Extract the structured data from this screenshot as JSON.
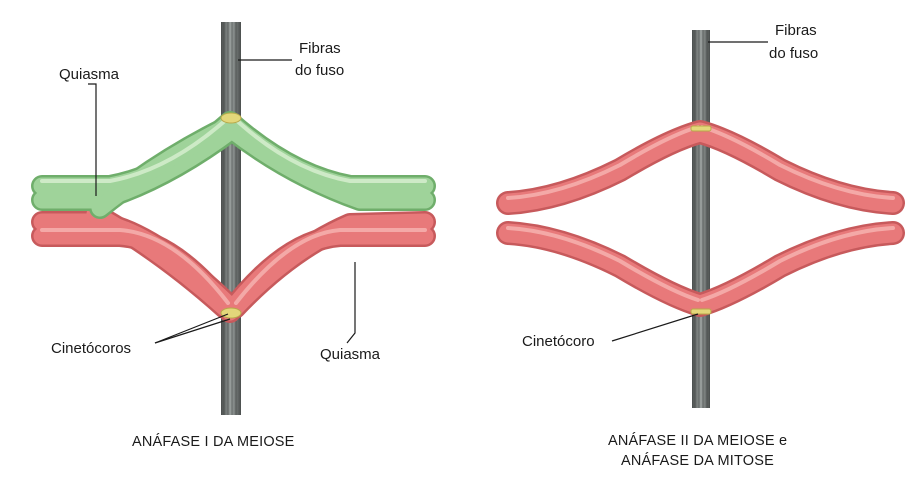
{
  "panel_left": {
    "fibers_label_line1": "Fibras",
    "fibers_label_line2": "do fuso",
    "chiasma_label_top": "Quiasma",
    "chiasma_label_bottom": "Quiasma",
    "kinetochores_label": "Cinetócoros",
    "caption": "ANÁFASE I DA MEIOSE"
  },
  "panel_right": {
    "fibers_label_line1": "Fibras",
    "fibers_label_line2": "do fuso",
    "kinetochore_label": "Cinetócoro",
    "caption_line1": "ANÁFASE II DA MEIOSE e",
    "caption_line2": "ANÁFASE DA MITOSE"
  },
  "colors": {
    "red_chromosome": "#e8797a",
    "red_highlight": "#f6b5b3",
    "green_chromosome": "#9fd39a",
    "green_highlight": "#d9f0d2",
    "spindle_fiber": "#6f7472",
    "kinetochore": "#e3d77a",
    "leader_line": "#1a1a1a"
  },
  "icons": [
    "spindle-fibers-icon",
    "chromosome-icon",
    "kinetochore-icon"
  ]
}
